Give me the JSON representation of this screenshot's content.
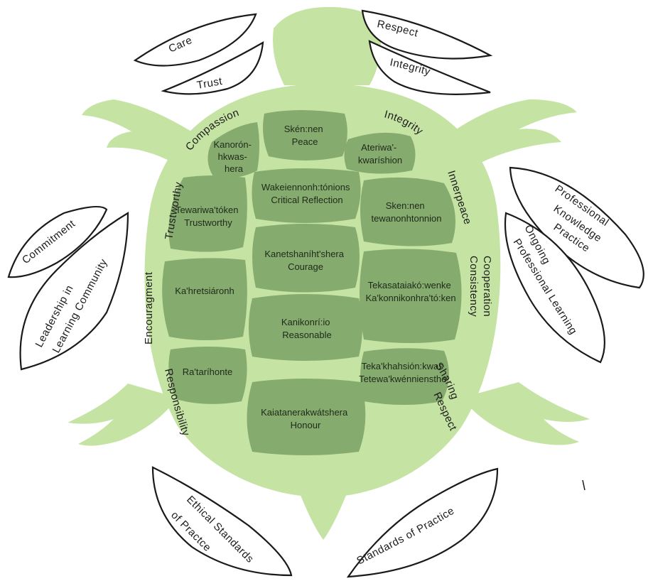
{
  "colors": {
    "shell": "#c5e3a3",
    "plate": "#86ab6e",
    "outline": "#1a1a1a",
    "text": "#1e2a1a"
  },
  "leaves": {
    "care": "Care",
    "trust": "Trust",
    "respect": "Respect",
    "integrity": "Integrity",
    "commitment": "Commitment",
    "leadership_1": "Leadership in",
    "leadership_2": "Learning Community",
    "professional_1": "Professional",
    "professional_2": "Knowledge",
    "professional_3": "Practice",
    "ongoing_1": "Ongoing",
    "ongoing_2": "Professional Learning",
    "ethical_1": "Ethical Standards",
    "ethical_2": "of Practce",
    "standards": "Standards of Practice"
  },
  "ring": {
    "compassion": "Compassion",
    "integrity": "Integrity",
    "trustworthy": "Trustworthy",
    "innerpeace": "Innerpeace",
    "encouragment": "Encouragment",
    "cooperation": "Cooperation",
    "consistency": "Consistency",
    "responsibility": "Responsibility",
    "sharing": "Sharing",
    "respect": "Respect"
  },
  "plates": {
    "kanoron": [
      "Kanorón-",
      "hkwas-",
      "hera"
    ],
    "sken_peace": [
      "Skén:nen",
      "Peace"
    ],
    "ateriwa": [
      "Ateriwa'-",
      "kwaríshion"
    ],
    "wakeien": [
      "Wakeiennonh:tónions",
      "Critical Reflection"
    ],
    "tewariwa": [
      "Tewariwa'tóken",
      "Trustworthy"
    ],
    "sken_tewa": [
      "Sken:nen",
      "tewanonhtonnion"
    ],
    "kanets": [
      "Kanetshaníht'shera",
      "Courage"
    ],
    "kahrets": [
      "Ka'hretsiáronh"
    ],
    "tekasat": [
      "Tekasataiakó:wenke",
      "Ka'konnikonhra'tó:ken"
    ],
    "kanikon": [
      "Kanikonrí:io",
      "Reasonable"
    ],
    "ratari": [
      "Ra'taríhonte"
    ],
    "tekakh": [
      "Teka'khahsión:kwas",
      "Tetewa'kwénniensthe'"
    ],
    "kaiata": [
      "Kaiatanerakwátshera",
      "Honour"
    ]
  }
}
